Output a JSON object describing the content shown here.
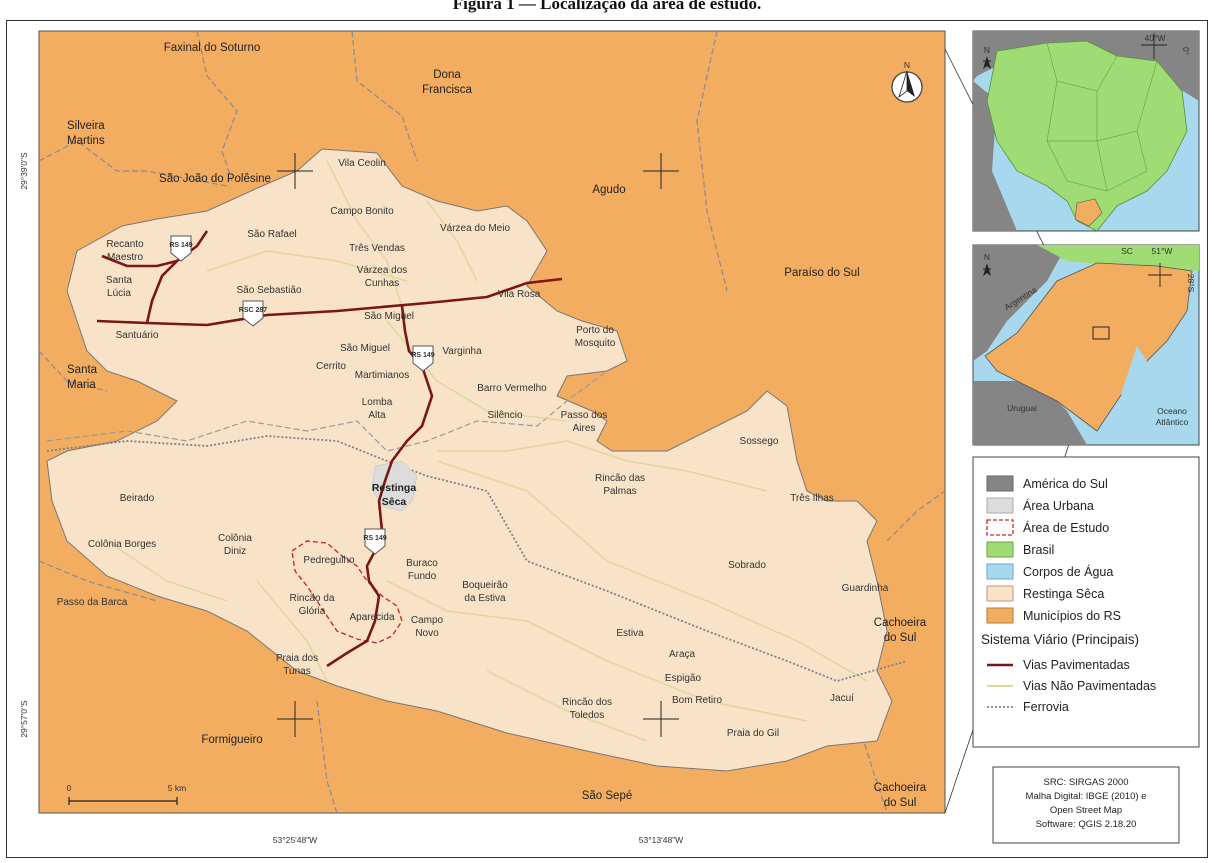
{
  "figure": {
    "title": "Figura 1 — Localização da área de estudo."
  },
  "colors": {
    "municipios": "#f3ad60",
    "restinga": "#f9e3c8",
    "brasil": "#9fdc73",
    "america": "#858585",
    "agua": "#a8d8ee",
    "urbana": "#dcdcdc",
    "estudo": "#cc2a2a",
    "vias_pav": "#7a1616",
    "vias_nao": "#ddd8a0",
    "ferrovia": "#7f7f8a",
    "limite": "#8a8a8a"
  },
  "map": {
    "municipalities": [
      "Faxinal do Soturno",
      "Dona Francisca",
      "Silveira Martins",
      "São João do Polêsine",
      "Agudo",
      "Paraíso do Sul",
      "Santa Maria",
      "Cachoeira do Sul",
      "Formigueiro",
      "São Sepé",
      "Cachoeira do Sul"
    ],
    "localities": [
      "Vila Ceolin",
      "Campo Bonito",
      "Várzea do Meio",
      "São Rafael",
      "Três Vendas",
      "Recanto Maestro",
      "Várzea dos Cunhas",
      "São Sebastião",
      "Santa Lúcia",
      "Vila Rosa",
      "São Miguel",
      "Santuário",
      "Porto do Mosquito",
      "São Miguel",
      "Varginha",
      "Cerrito",
      "Martimianos",
      "Barro Vermelho",
      "Lomba Alta",
      "Silêncio",
      "Passo dos Aires",
      "Sossego",
      "Beirado",
      "Rincão das Palmas",
      "Três Ilhas",
      "Colônia Borges",
      "Colônia Diniz",
      "Pedregulho",
      "Passo da Barca",
      "Sobrado",
      "Buraco Fundo",
      "Guardinha",
      "Boqueirão da Estiva",
      "Rincão da Glória",
      "Aparecida",
      "Campo Novo",
      "Estiva",
      "Araça",
      "Praia dos Tunas",
      "Espigão",
      "Rincão dos Toledos",
      "Bom Retiro",
      "Jacuí",
      "Praia do Gil"
    ],
    "city": "Restinga Sêca",
    "roads": [
      "RS 149",
      "RSC 287",
      "RS 149",
      "RS 149"
    ],
    "coords": {
      "lat_top": "29°39'0\"S",
      "lat_bottom": "29°57'0\"S",
      "lon_left": "53°25'48\"W",
      "lon_right": "53°13'48\"W"
    },
    "north": "N",
    "scale": {
      "zero": "0",
      "km": "5 km"
    }
  },
  "inset_brazil": {
    "north": "N",
    "lon": "40°W",
    "lat": "0°"
  },
  "inset_rs": {
    "north": "N",
    "state": "SC",
    "lon": "51°W",
    "lat": "28°S",
    "argentina": "Argentina",
    "uruguai": "Uruguai",
    "oceano": "Oceano Atlântico"
  },
  "legend": {
    "items": [
      {
        "label": "América do Sul"
      },
      {
        "label": "Área Urbana"
      },
      {
        "label": "Área de Estudo"
      },
      {
        "label": "Brasil"
      },
      {
        "label": "Corpos de Água"
      },
      {
        "label": "Restinga Sêca"
      },
      {
        "label": "Municípios do RS"
      }
    ],
    "section": "Sistema Viário (Principais)",
    "lines": [
      {
        "label": "Vias Pavimentadas"
      },
      {
        "label": "Vias Não Pavimentadas"
      },
      {
        "label": "Ferrovia"
      }
    ]
  },
  "source": {
    "lines": [
      "SRC: SIRGAS 2000",
      "Malha Digital: IBGE (2010) e",
      "Open Street Map",
      "Software: QGIS 2.18.20"
    ]
  }
}
